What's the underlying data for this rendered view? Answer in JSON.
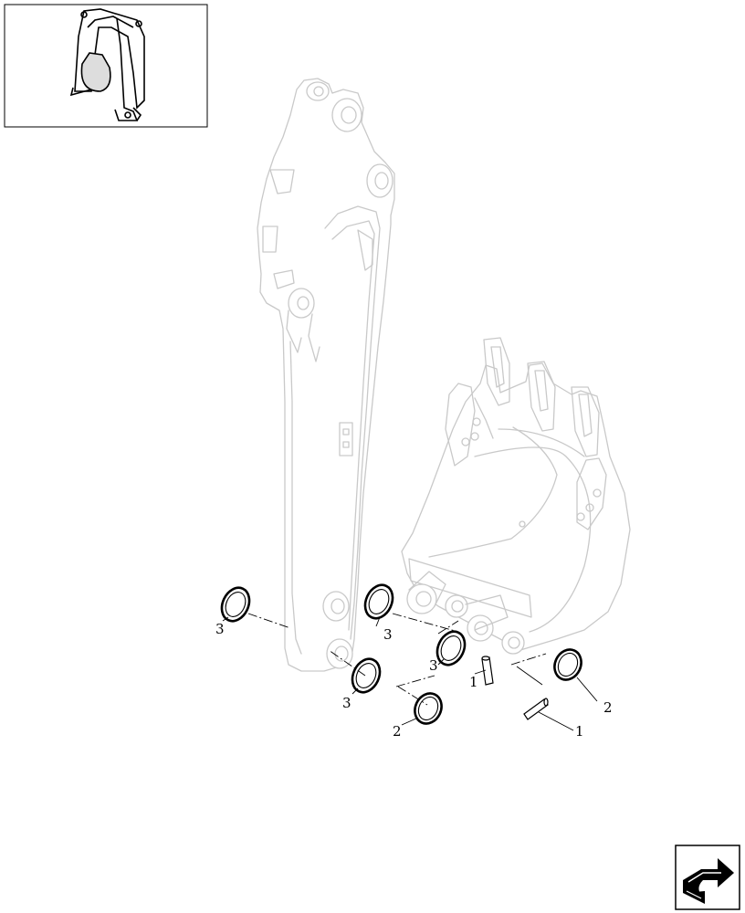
{
  "callouts": [
    {
      "id": "c1",
      "text": "3"
    },
    {
      "id": "c2",
      "text": "3"
    },
    {
      "id": "c3",
      "text": "3"
    },
    {
      "id": "c4",
      "text": "3"
    },
    {
      "id": "c5",
      "text": "1"
    },
    {
      "id": "c6",
      "text": "1"
    },
    {
      "id": "c7",
      "text": "2"
    },
    {
      "id": "c8",
      "text": "2"
    }
  ],
  "icons": {
    "thumbnail": "excavator-arm-thumbnail",
    "navigation": "next-page-arrow-icon"
  }
}
